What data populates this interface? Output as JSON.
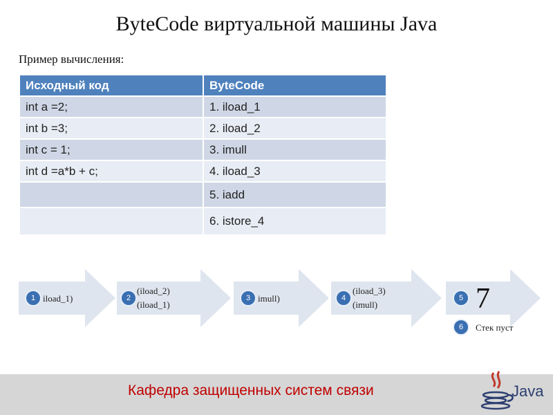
{
  "title": "ByteCode виртуальной машины Java",
  "subtitle": "Пример вычисления:",
  "table": {
    "headers": [
      "Исходный код",
      "ByteCode"
    ],
    "rows": [
      [
        "int a =2;",
        "1. iload_1"
      ],
      [
        "int b =3;",
        "2. iload_2"
      ],
      [
        "int c = 1;",
        "3. imull"
      ],
      [
        "int d =a*b + c;",
        "4. iload_3"
      ],
      [
        "",
        "5. iadd"
      ],
      [
        "",
        "6. istore_4"
      ]
    ]
  },
  "steps": [
    {
      "num": "1",
      "line1": "iload_1)",
      "line2": ""
    },
    {
      "num": "2",
      "line1": "(iload_2)",
      "line2": "(iload_1)"
    },
    {
      "num": "3",
      "line1": "imull)",
      "line2": ""
    },
    {
      "num": "4",
      "line1": "(iload_3)",
      "line2": "(imull)"
    },
    {
      "num": "5",
      "big": "7"
    },
    {
      "num": "6",
      "text": "Стек пуст"
    }
  ],
  "footer": {
    "text": "Кафедра защищенных систем связи",
    "logo_text": "Java"
  },
  "colors": {
    "header_blue": "#4f81bd",
    "footer_red": "#c00000",
    "arrow_fill": "#dfe5ee",
    "badge_blue": "#3a6fb2"
  }
}
